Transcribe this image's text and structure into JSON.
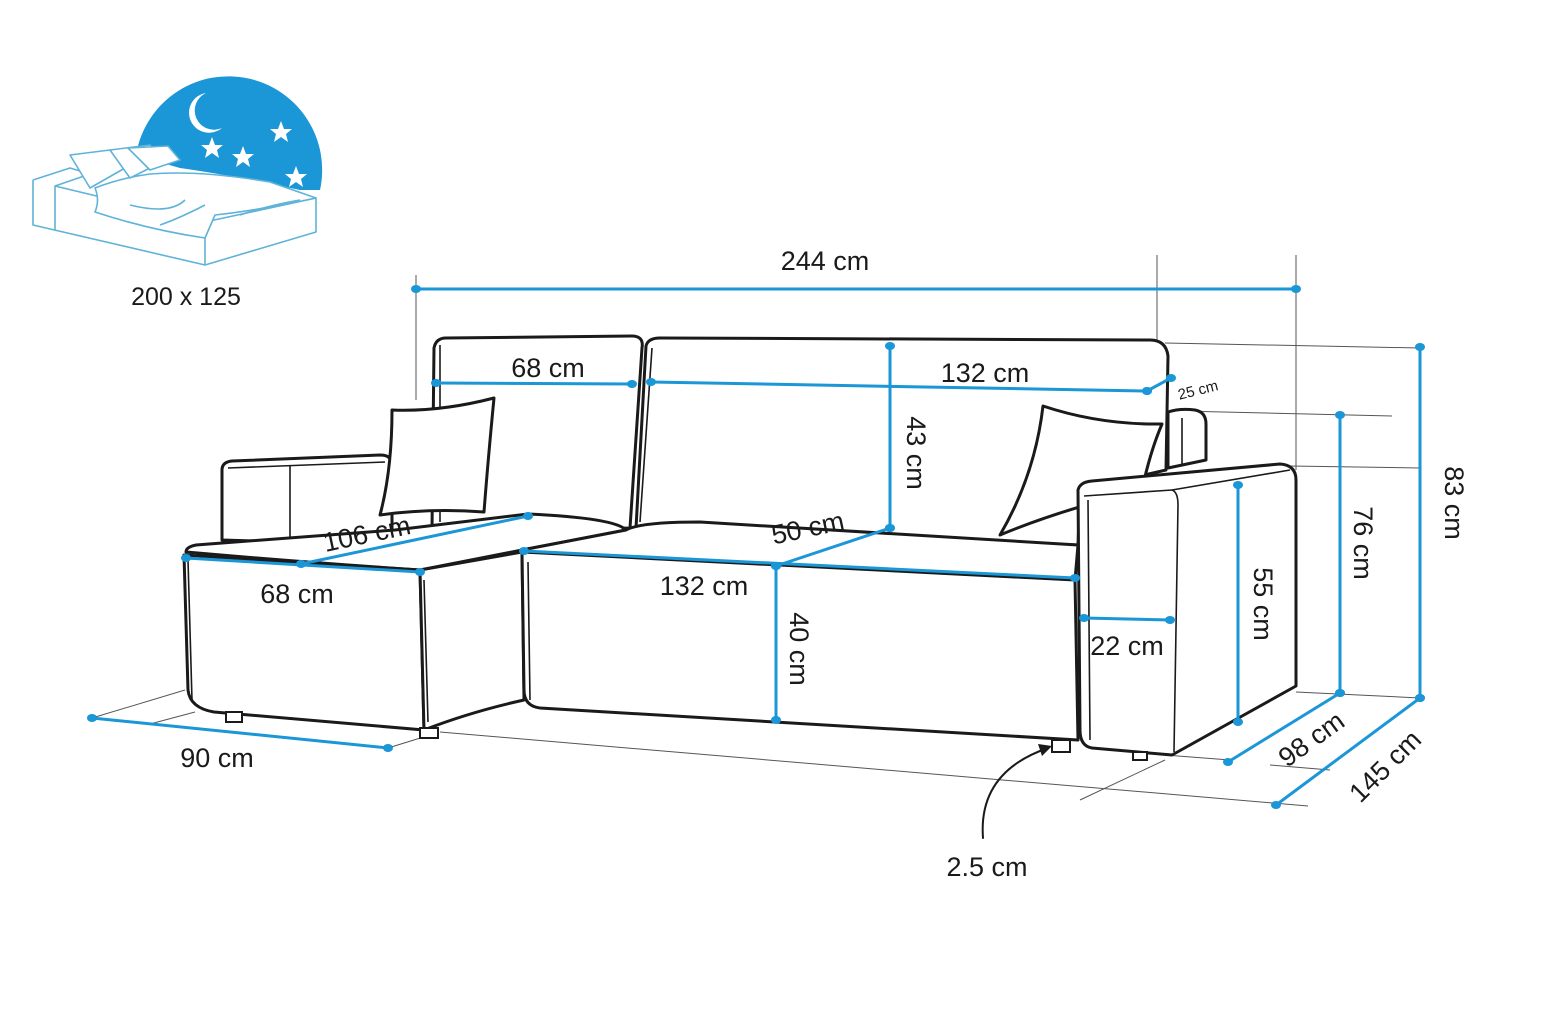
{
  "colors": {
    "accent": "#1b96d6",
    "outline": "#1a1a1a",
    "bed_line": "#5fb3d9",
    "background": "#ffffff"
  },
  "bed_icon": {
    "label": "200 x 125",
    "icons": [
      "moon-icon",
      "star-icon",
      "bed-icon"
    ]
  },
  "dimensions": {
    "total_width": "244 cm",
    "chaise_back_width": "68 cm",
    "main_back_width": "132 cm",
    "back_depth": "25 cm",
    "back_height": "43 cm",
    "chaise_seat_depth": "106 cm",
    "main_seat_depth": "50 cm",
    "chaise_front_width": "68 cm",
    "main_front_width": "132 cm",
    "seat_height": "40 cm",
    "armrest_width": "22 cm",
    "armrest_height": "55 cm",
    "arm_height": "76 cm",
    "total_height": "83 cm",
    "chaise_width": "90 cm",
    "seat_depth": "98 cm",
    "total_depth": "145 cm",
    "leg_height": "2.5 cm"
  }
}
